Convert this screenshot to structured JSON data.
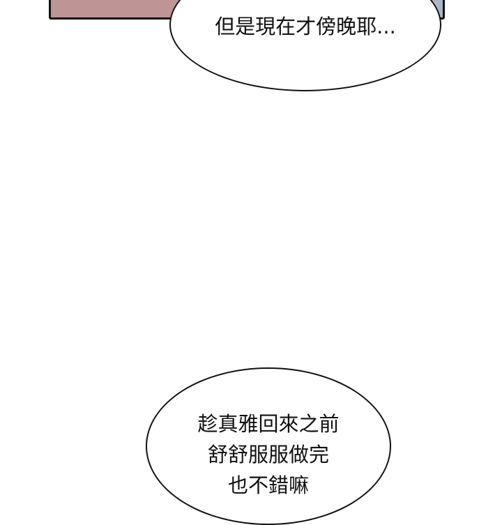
{
  "panel": {
    "colors": {
      "main": "#bf9494",
      "edge": "#a9b5c9"
    }
  },
  "bubble_top": {
    "lines": [
      "但是現在才傍晚耶..."
    ]
  },
  "bubble_bottom": {
    "lines": [
      "趁真雅回來之前",
      "舒舒服服做完",
      "也不錯嘛"
    ]
  }
}
